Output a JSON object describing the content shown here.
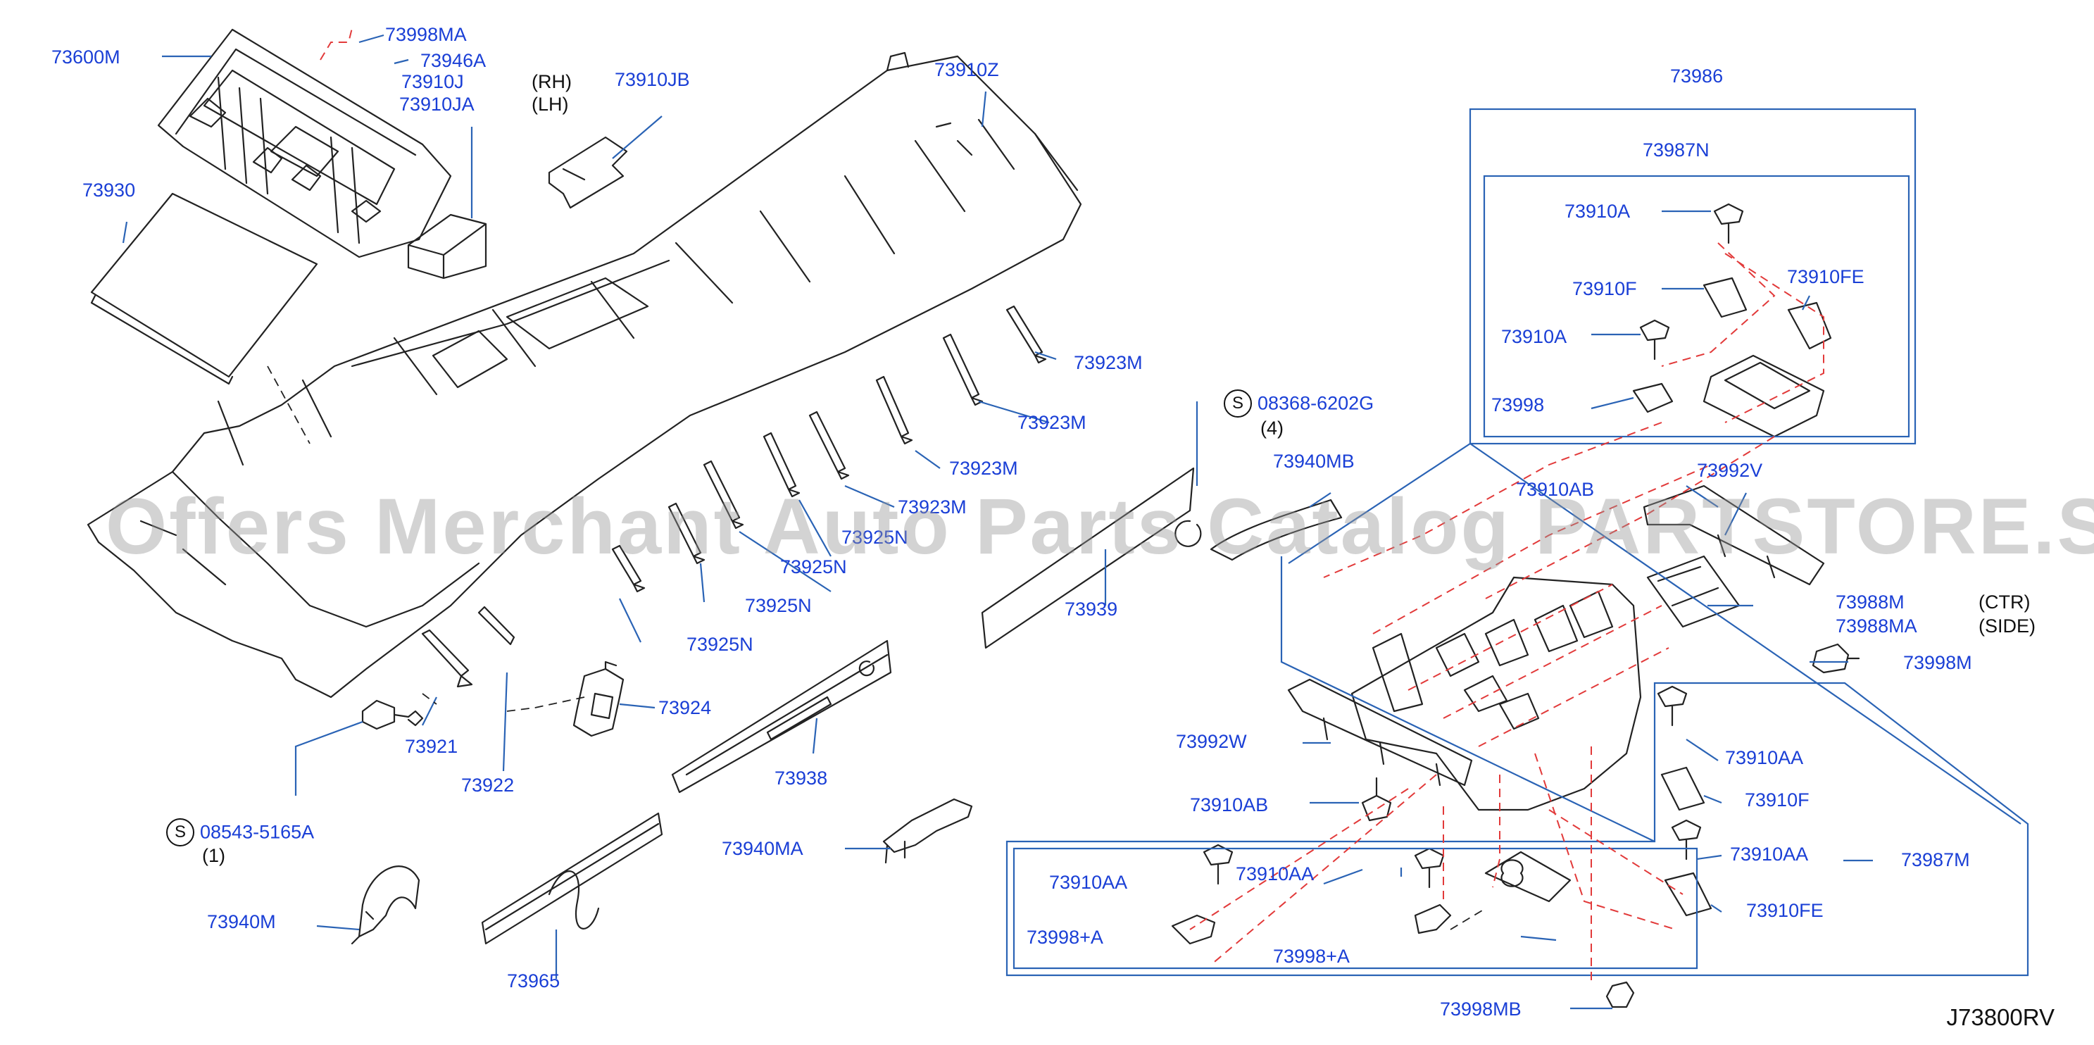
{
  "diagram_code": "J73800RV",
  "watermark": "Offers Merchant Auto Parts Catalog PARTSTORE.SA",
  "labels": {
    "p73600M": "73600M",
    "p73998MA": "73998MA",
    "p73946A": "73946A",
    "p73910J": "73910J",
    "p73910JA": "73910JA",
    "rh": "(RH)",
    "lh": "(LH)",
    "p73910JB": "73910JB",
    "p73910Z": "73910Z",
    "p73930": "73930",
    "p73923M_1": "73923M",
    "p73923M_2": "73923M",
    "p73923M_3": "73923M",
    "p73923M_4": "73923M",
    "p73925N_1": "73925N",
    "p73925N_2": "73925N",
    "p73925N_3": "73925N",
    "p73925N_4": "73925N",
    "p73924": "73924",
    "p73921": "73921",
    "p73922": "73922",
    "s08543_code": "08543-5165A",
    "s08543_qty": "(1)",
    "p73940M": "73940M",
    "p73965": "73965",
    "p73938": "73938",
    "p73940MA": "73940MA",
    "p73939": "73939",
    "s08368_code": "08368-6202G",
    "s08368_qty": "(4)",
    "p73940MB": "73940MB",
    "p73986": "73986",
    "p73987N": "73987N",
    "p73910A_1": "73910A",
    "p73910F_1": "73910F",
    "p73910FE_1": "73910FE",
    "p73910A_2": "73910A",
    "p73998": "73998",
    "p73910AB_1": "73910AB",
    "p73992V": "73992V",
    "p73988M": "73988M",
    "p73988MA": "73988MA",
    "ctr": "(CTR)",
    "side": "(SIDE)",
    "p73998M": "73998M",
    "p73992W": "73992W",
    "p73910AB_2": "73910AB",
    "p73910AA_1": "73910AA",
    "p73910F_2": "73910F",
    "p73910AA_2": "73910AA",
    "p73987M": "73987M",
    "p73910FE_2": "73910FE",
    "p73910AA_3": "73910AA",
    "p73910AA_4": "73910AA",
    "p73998A_1": "73998+A",
    "p73998A_2": "73998+A",
    "p73998MB": "73998MB",
    "s_symbol": "S"
  },
  "colors": {
    "label": "#1a3fd6",
    "leader": "#2a63b5",
    "line_art": "#222222",
    "dashed": "#e23a3a",
    "box": "#2a63b5"
  }
}
